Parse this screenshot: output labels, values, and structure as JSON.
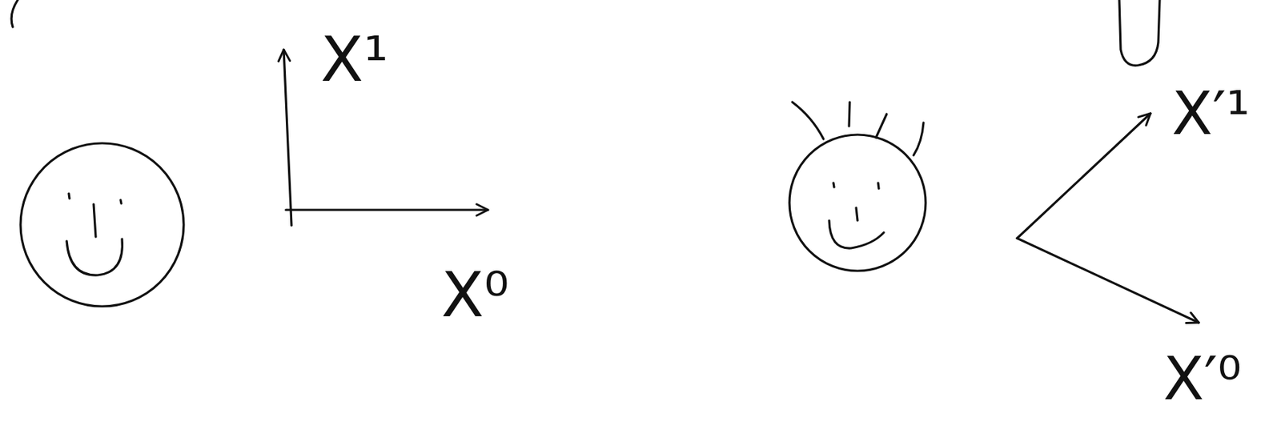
{
  "diagram": {
    "labels": [
      "X¹",
      "X⁰",
      "X′¹",
      "X′⁰"
    ]
  }
}
